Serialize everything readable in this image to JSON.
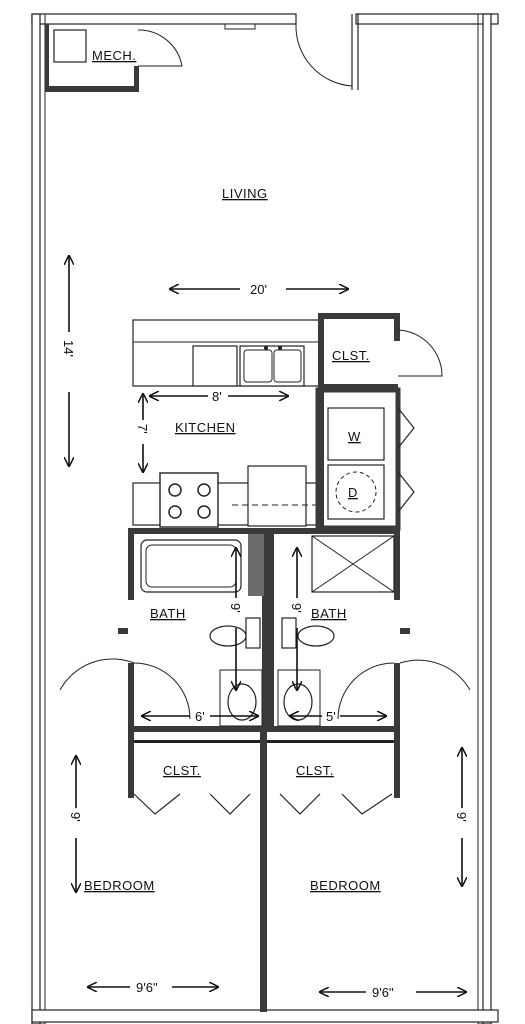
{
  "rooms": {
    "mech": "MECH.",
    "living": "LIVING",
    "closet_kitchen": "CLST.",
    "kitchen": "KITCHEN",
    "washer": "W",
    "dryer": "D",
    "bath_left": "BATH",
    "bath_right": "BATH",
    "closet_left": "CLST.",
    "closet_right": "CLST.",
    "bedroom_left": "BEDROOM",
    "bedroom_right": "BEDROOM"
  },
  "dimensions": {
    "living_width": "20'",
    "living_depth": "14'",
    "kitchen_width": "8'",
    "kitchen_depth": "7'",
    "bath_left_depth": "9'",
    "bath_right_depth": "9'",
    "bath_left_width": "6'",
    "bath_right_width": "5'",
    "bedroom_left_depth": "9'",
    "bedroom_right_depth": "9'",
    "bedroom_left_width": "9'6\"",
    "bedroom_right_width": "9'6\""
  }
}
